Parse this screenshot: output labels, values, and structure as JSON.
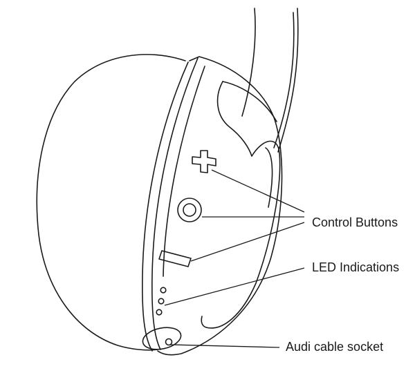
{
  "diagram": {
    "labels": {
      "control_buttons": "Control Buttons",
      "led_indications": "LED Indications",
      "audio_cable_socket": "Audi cable socket"
    },
    "colors": {
      "line": "#1a1a1a",
      "background": "#ffffff"
    }
  }
}
